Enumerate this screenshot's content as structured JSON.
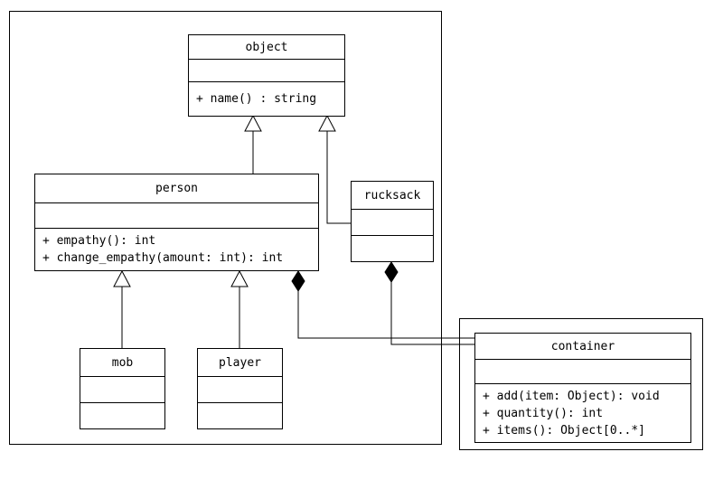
{
  "classes": {
    "object": {
      "name": "object",
      "operations": [
        "+ name() : string"
      ]
    },
    "person": {
      "name": "person",
      "operations": [
        "+ empathy(): int",
        "+ change_empathy(amount: int): int"
      ]
    },
    "rucksack": {
      "name": "rucksack",
      "operations": []
    },
    "mob": {
      "name": "mob",
      "operations": []
    },
    "player": {
      "name": "player",
      "operations": []
    },
    "container": {
      "name": "container",
      "operations": [
        "+ add(item: Object): void",
        "+ quantity(): int",
        "+ items(): Object[0..*]"
      ]
    }
  },
  "relationships": [
    {
      "type": "generalization",
      "from": "person",
      "to": "object"
    },
    {
      "type": "generalization",
      "from": "rucksack",
      "to": "object"
    },
    {
      "type": "generalization",
      "from": "mob",
      "to": "person"
    },
    {
      "type": "generalization",
      "from": "player",
      "to": "person"
    },
    {
      "type": "composition",
      "whole": "person",
      "part": "container"
    },
    {
      "type": "composition",
      "whole": "rucksack",
      "part": "container"
    }
  ],
  "colors": {
    "line": "#000000",
    "fill": "#ffffff",
    "composition_fill": "#000000"
  }
}
